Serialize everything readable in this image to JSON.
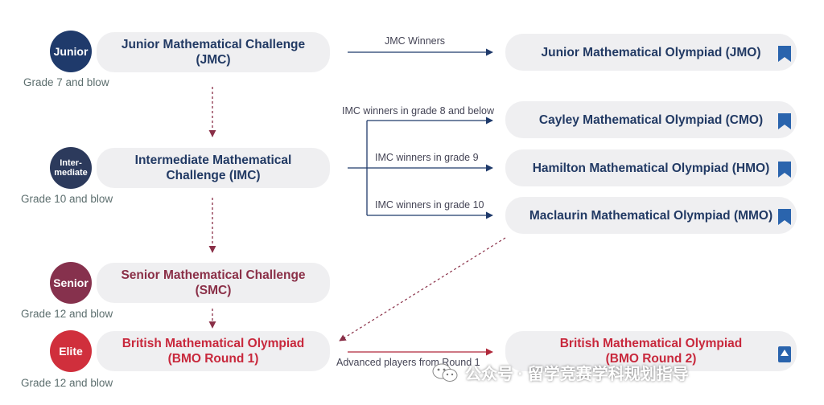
{
  "levels": [
    {
      "badge": "Junior",
      "grade": "Grade 7 and blow",
      "color": "#1f3a6b"
    },
    {
      "badge": "Inter-\nmediate",
      "grade": "Grade 10 and blow",
      "color": "#2c3a5c"
    },
    {
      "badge": "Senior",
      "grade": "Grade 12 and blow",
      "color": "#86314d"
    },
    {
      "badge": "Elite",
      "grade": "Grade 12 and blow",
      "color": "#d02f3c"
    }
  ],
  "challenges": {
    "jmc": "Junior Mathematical Challenge\n(JMC)",
    "imc": "Intermediate Mathematical\nChallenge (IMC)",
    "smc": "Senior Mathematical Challenge\n(SMC)",
    "bmo1": "British Mathematical Olympiad\n(BMO Round 1)"
  },
  "olympiads": {
    "jmo": "Junior Mathematical Olympiad (JMO)",
    "cmo": "Cayley Mathematical Olympiad (CMO)",
    "hmo": "Hamilton Mathematical Olympiad (HMO)",
    "mmo": "Maclaurin Mathematical Olympiad (MMO)",
    "bmo2": "British Mathematical Olympiad\n(BMO Round 2)"
  },
  "edges": {
    "jmc_winners": "JMC Winners",
    "imc_grade8": "IMC winners in grade 8 and below",
    "imc_grade9": "IMC winners in grade 9",
    "imc_grade10": "IMC winners in grade 10",
    "advanced": "Advanced players from Round 1"
  },
  "watermark": {
    "icon": "wechat-icon",
    "text": "公众号 · 留学竞赛学科规划指导"
  },
  "colors": {
    "arrow": "#1f3a6b",
    "dotted": "#8a3048",
    "advanced_arrow": "#b0283a",
    "box_bg": "#efeff1",
    "bookmark": "#2a64ad"
  }
}
